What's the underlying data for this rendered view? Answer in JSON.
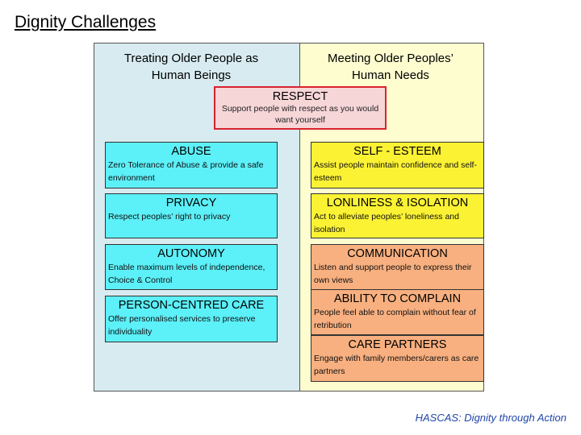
{
  "slide_title": "Dignity Challenges",
  "left_heading": "Treating Older People as Human Beings",
  "right_heading": "Meeting Older Peoples’ Human Needs",
  "respect": {
    "title": "RESPECT",
    "desc": "Support people with respect as you would want yourself"
  },
  "left_boxes": [
    {
      "title": "ABUSE",
      "desc": "Zero Tolerance of Abuse & provide a safe environment"
    },
    {
      "title": "PRIVACY",
      "desc": "Respect peoples’ right to privacy"
    },
    {
      "title": "AUTONOMY",
      "desc": "Enable maximum levels of independence, Choice & Control"
    },
    {
      "title": "PERSON-CENTRED CARE",
      "desc": "Offer personalised services to preserve individuality"
    }
  ],
  "right_boxes": [
    {
      "title": "SELF - ESTEEM",
      "desc": "Assist people maintain confidence and self-esteem"
    },
    {
      "title": "LONLINESS & ISOLATION",
      "desc": "Act to alleviate peoples’ loneliness and isolation"
    },
    {
      "title": "COMMUNICATION",
      "desc": "Listen and support people to express their own views"
    },
    {
      "title": "ABILITY TO COMPLAIN",
      "desc": "People feel able to complain without fear of retribution"
    },
    {
      "title": "CARE PARTNERS",
      "desc": "Engage with family members/carers as care partners"
    }
  ],
  "footer": "HASCAS: Dignity through Action"
}
